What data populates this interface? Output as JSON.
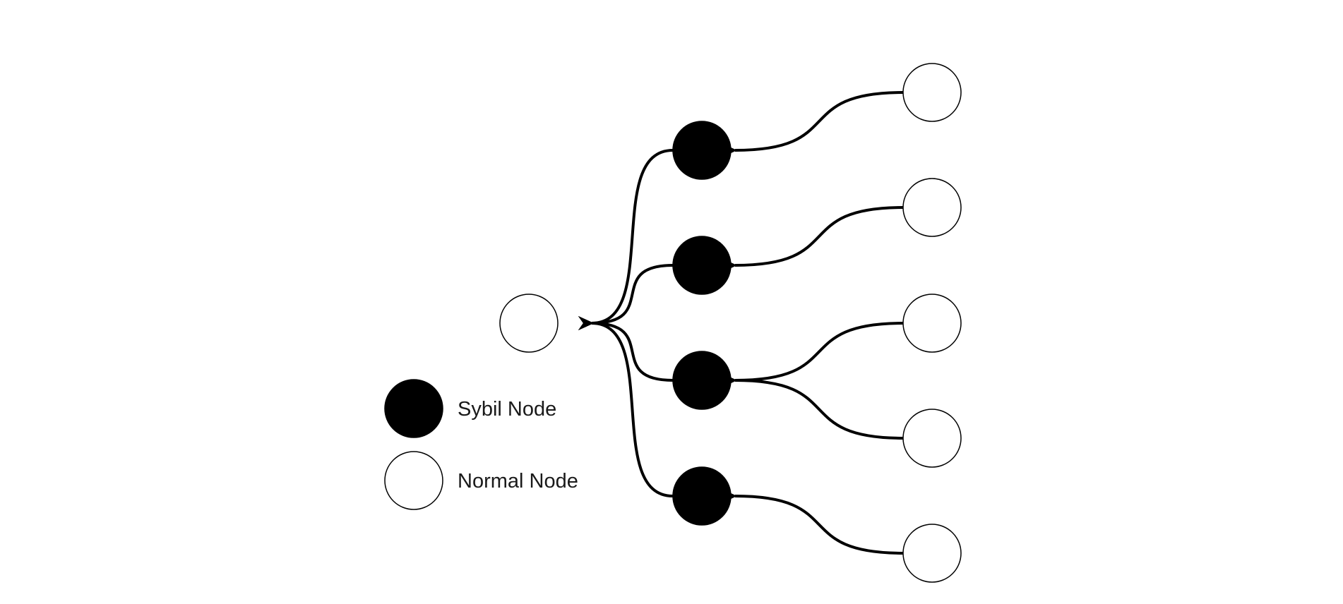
{
  "diagram": {
    "node_colors": {
      "sybil": "#000000",
      "normal": "#ffffff",
      "stroke": "#000000"
    },
    "nodes": [
      {
        "id": "target",
        "kind": "normal"
      },
      {
        "id": "s1",
        "kind": "sybil"
      },
      {
        "id": "s2",
        "kind": "sybil"
      },
      {
        "id": "s3",
        "kind": "sybil"
      },
      {
        "id": "s4",
        "kind": "sybil"
      },
      {
        "id": "n1",
        "kind": "normal"
      },
      {
        "id": "n2",
        "kind": "normal"
      },
      {
        "id": "n3",
        "kind": "normal"
      },
      {
        "id": "n4",
        "kind": "normal"
      },
      {
        "id": "n5",
        "kind": "normal"
      }
    ],
    "edges": [
      {
        "from": "s1",
        "to": "target"
      },
      {
        "from": "s2",
        "to": "target"
      },
      {
        "from": "s3",
        "to": "target"
      },
      {
        "from": "s4",
        "to": "target"
      },
      {
        "from": "n1",
        "to": "s1"
      },
      {
        "from": "n2",
        "to": "s2"
      },
      {
        "from": "n3",
        "to": "s3"
      },
      {
        "from": "n4",
        "to": "s3"
      },
      {
        "from": "n5",
        "to": "s4"
      }
    ]
  },
  "legend": {
    "sybil_label": "Sybil Node",
    "normal_label": "Normal Node"
  }
}
